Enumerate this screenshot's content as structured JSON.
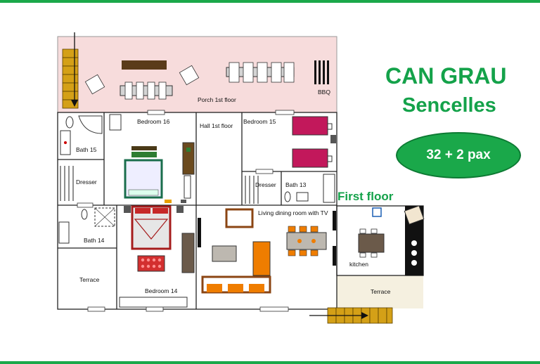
{
  "brand": {
    "title": "CAN GRAU",
    "subtitle": "Sencelles",
    "capacity": "32 + 2 pax",
    "colors": {
      "green": "#14a24a",
      "porch": "#f7dcdc",
      "terrace": "#f5f0e0"
    }
  },
  "floor_label": "First floor",
  "rooms": {
    "porch": "Porch 1st floor",
    "bbq": "BBQ",
    "bedroom16": "Bedroom 16",
    "hall": "Hall 1st floor",
    "bedroom15": "Bedroom 15",
    "bath15": "Bath  15",
    "dresser_left": "Dresser",
    "dresser_right": "Dresser",
    "bath13": "Bath 13",
    "living": "Living dining room with TV",
    "kitchen": "kitchen",
    "bath14": "Bath 14",
    "terrace_left": "Terrace",
    "bedroom14": "Bedroom 14",
    "terrace_right": "Terrace"
  }
}
